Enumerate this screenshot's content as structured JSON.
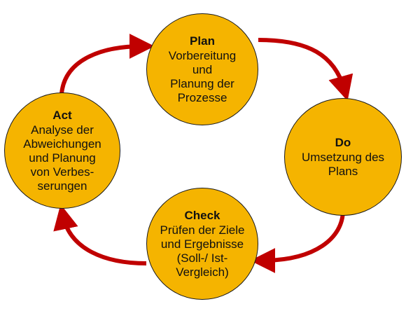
{
  "colors": {
    "node_fill": "#F5B400",
    "node_border": "#1a1a1a",
    "arrow": "#C00000"
  },
  "nodes": {
    "plan": {
      "title": "Plan",
      "lines": [
        "Vorbereitung",
        "und",
        "Planung der",
        "Prozesse"
      ]
    },
    "do": {
      "title": "Do",
      "lines": [
        "Umsetzung des",
        "Plans"
      ]
    },
    "check": {
      "title": "Check",
      "lines": [
        "Prüfen der Ziele",
        "und Ergebnisse",
        "(Soll-/ Ist-",
        "Vergleich)"
      ]
    },
    "act": {
      "title": "Act",
      "lines": [
        "Analyse der",
        "Abweichungen",
        "und Planung",
        "von Verbes-",
        "serungen"
      ]
    }
  },
  "edges": [
    {
      "from": "plan",
      "to": "do"
    },
    {
      "from": "do",
      "to": "check"
    },
    {
      "from": "check",
      "to": "act"
    },
    {
      "from": "act",
      "to": "plan"
    }
  ]
}
